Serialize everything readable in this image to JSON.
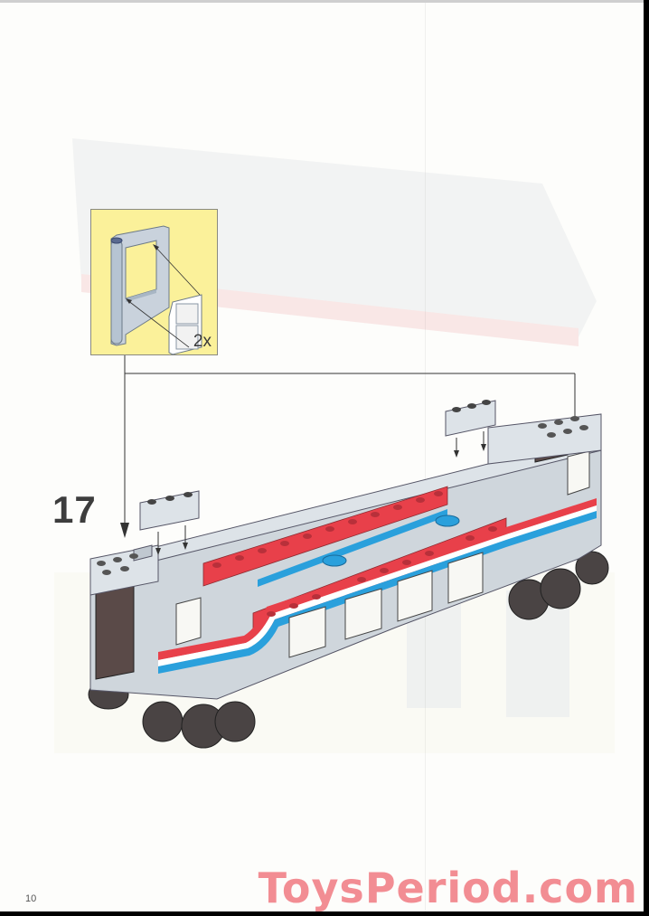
{
  "page": {
    "type": "LEGO building instructions",
    "page_number": "10",
    "step": {
      "number": "17",
      "callout": {
        "quantity_label": "2x",
        "parts": [
          "door-frame",
          "door-window-pane"
        ],
        "background_color": "#fbf19a"
      },
      "model": "passenger-train-car",
      "stripe_colors": {
        "red": "#e8404a",
        "white": "#ffffff",
        "blue": "#2aa0dc"
      },
      "body_color": "#cfd6dc",
      "wheel_color": "#4a4444"
    },
    "watermark": {
      "text": "ToysPeriod.com",
      "color": "#f28d93"
    }
  }
}
